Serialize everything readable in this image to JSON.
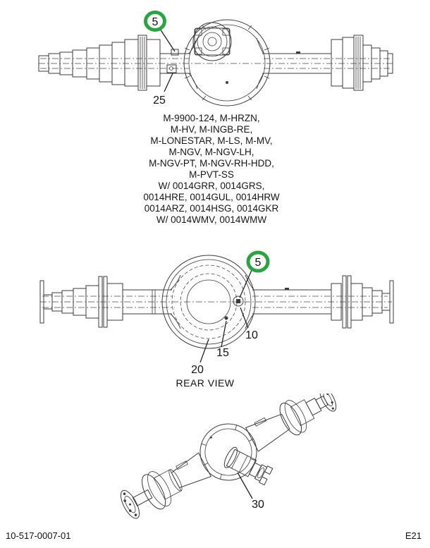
{
  "palette": {
    "line_color": "#3b3b3b",
    "highlight_green": "#28a441",
    "text_color": "#161616",
    "background": "#ffffff"
  },
  "front_view": {
    "callout_5": "5",
    "callout_25": "25"
  },
  "applicability_lines": [
    "M-9900-124, M-HRZN,",
    "M-HV, M-INGB-RE,",
    "M-LONESTAR, M-LS, M-MV,",
    "M-NGV, M-NGV-LH,",
    "M-NGV-PT, M-NGV-RH-HDD,",
    "M-PVT-SS",
    "W/ 0014GRR, 0014GRS,",
    "0014HRE, 0014GUL, 0014HRW",
    "0014ARZ, 0014HSG, 0014GKR",
    "W/ 0014WMV, 0014WMW"
  ],
  "rear_view": {
    "callout_5": "5",
    "callout_10": "10",
    "callout_15": "15",
    "callout_20": "20",
    "caption": "REAR VIEW"
  },
  "iso_view": {
    "callout_30": "30"
  },
  "footer": {
    "doc_number": "10-517-0007-01",
    "page_code": "E21"
  }
}
